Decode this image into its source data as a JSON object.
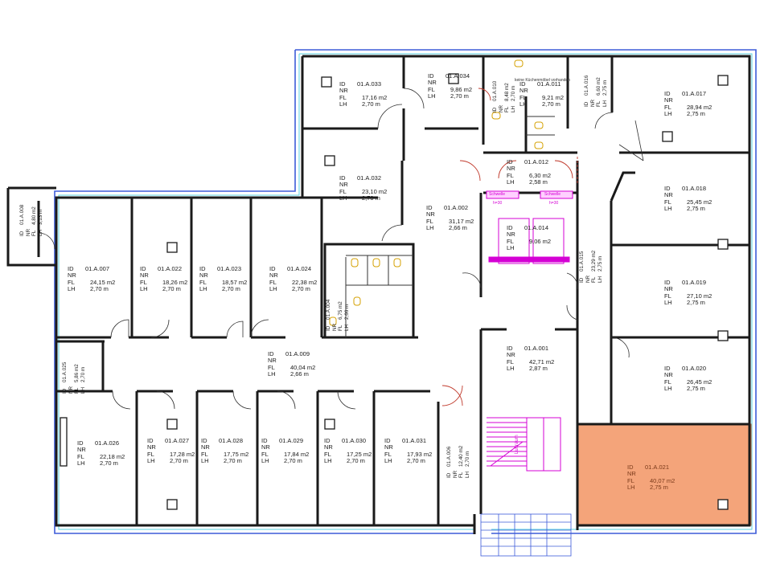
{
  "colors": {
    "wall": "#1a1a1a",
    "facade": "#3d5bd9",
    "facade_inner": "#5ad0e0",
    "highlight": "#f4a47a",
    "highlight_stroke": "#e07040",
    "accent_magenta": "#d400d4",
    "door_red": "#c0392b"
  },
  "labels": {
    "id": "ID",
    "nr": "NR",
    "fl": "FL",
    "lh": "LH"
  },
  "highlighted_room": "01.A.021",
  "rooms": [
    {
      "id": "01.A.033",
      "fl": "17,16 m2",
      "lh": "2,70 m"
    },
    {
      "id": "01.A.034",
      "fl": "9,86 m2",
      "lh": "2,70 m"
    },
    {
      "id": "01.A.011",
      "fl": "9,21 m2",
      "lh": "2,70 m"
    },
    {
      "id": "01.A.017",
      "fl": "28,94 m2",
      "lh": "2,75 m"
    },
    {
      "id": "01.A.032",
      "fl": "23,10 m2",
      "lh": "2,70 m"
    },
    {
      "id": "01.A.012",
      "fl": "6,30 m2",
      "lh": "2,58 m"
    },
    {
      "id": "01.A.018",
      "fl": "25,45 m2",
      "lh": "2,75 m"
    },
    {
      "id": "01.A.002",
      "fl": "31,17 m2",
      "lh": "2,66 m"
    },
    {
      "id": "01.A.014",
      "fl": "9,06 m2",
      "lh": ""
    },
    {
      "id": "01.A.007",
      "fl": "24,15 m2",
      "lh": "2,70 m"
    },
    {
      "id": "01.A.022",
      "fl": "18,26 m2",
      "lh": "2,70 m"
    },
    {
      "id": "01.A.023",
      "fl": "18,57 m2",
      "lh": "2,70 m"
    },
    {
      "id": "01.A.024",
      "fl": "22,38 m2",
      "lh": "2,70 m"
    },
    {
      "id": "01.A.019",
      "fl": "27,10 m2",
      "lh": "2,75 m"
    },
    {
      "id": "01.A.009",
      "fl": "40,04 m2",
      "lh": "2,66 m"
    },
    {
      "id": "01.A.001",
      "fl": "42,71 m2",
      "lh": "2,87 m"
    },
    {
      "id": "01.A.020",
      "fl": "26,45 m2",
      "lh": "2,75 m"
    },
    {
      "id": "01.A.026",
      "fl": "22,18 m2",
      "lh": "2,70 m"
    },
    {
      "id": "01.A.027",
      "fl": "17,28 m2",
      "lh": "2,70 m"
    },
    {
      "id": "01.A.028",
      "fl": "17,75 m2",
      "lh": "2,70 m"
    },
    {
      "id": "01.A.029",
      "fl": "17,84 m2",
      "lh": "2,70 m"
    },
    {
      "id": "01.A.030",
      "fl": "17,25 m2",
      "lh": "2,70 m"
    },
    {
      "id": "01.A.031",
      "fl": "17,93 m2",
      "lh": "2,70 m"
    },
    {
      "id": "01.A.021",
      "fl": "40,07 m2",
      "lh": "2,75 m"
    }
  ],
  "vertical_rooms": [
    {
      "id": "01.A.010",
      "fl": "8,48 m2",
      "lh": "2,70 m"
    },
    {
      "id": "01.A.016",
      "fl": "6,60 m2",
      "lh": "2,75 m"
    },
    {
      "id": "01.A.008",
      "fl": "4,80 m2",
      "lh": "3,13 m"
    },
    {
      "id": "01.A.015",
      "fl": "23,29 m2",
      "lh": "2,75 m"
    },
    {
      "id": "01.A.004",
      "fl": "6,75 m2",
      "lh": "2,66 m"
    },
    {
      "id": "01.A.025",
      "fl": "5,86 m2",
      "lh": "2,70 m"
    },
    {
      "id": "01.A.006",
      "fl": "12,40 m2",
      "lh": "2,70 m"
    }
  ],
  "annotations": {
    "kitchen_note": "keine Küchenmöbel vorhanden",
    "schwelle_left": "Schwelle",
    "schwelle_right": "Schwelle",
    "h30_left": "h=30",
    "h30_right": "h=30",
    "luftraum": "Luftraum"
  }
}
